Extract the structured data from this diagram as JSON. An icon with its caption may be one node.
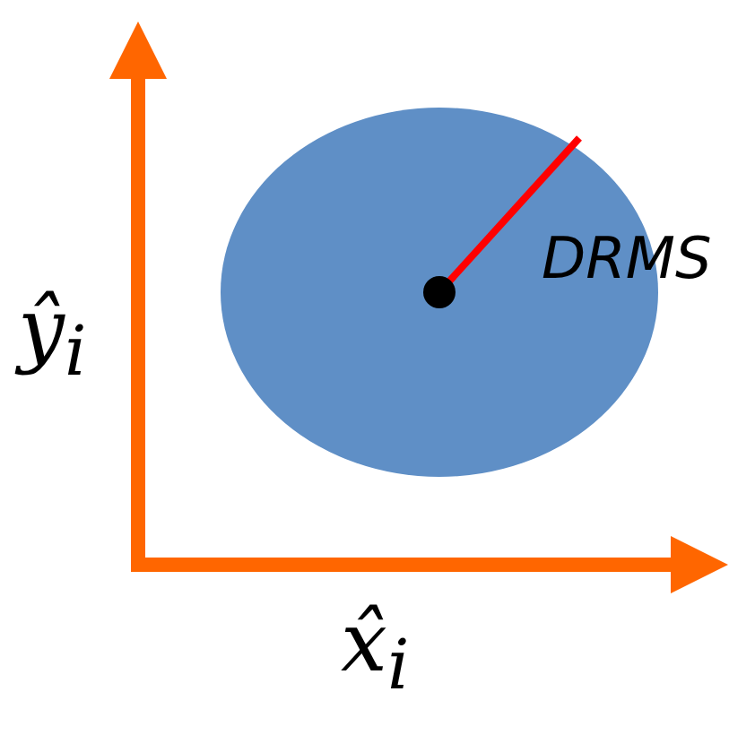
{
  "diagram": {
    "labels": [
      "DRMS",
      "ŷ$_{i}$",
      "x̂$_{i}$"
    ]
  }
}
